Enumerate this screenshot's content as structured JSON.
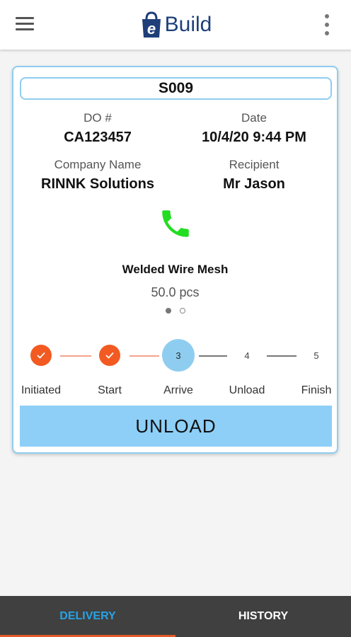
{
  "app": {
    "logo_letter": "e",
    "logo_text": "Build"
  },
  "delivery": {
    "id": "S009",
    "do_label": "DO #",
    "do_value": "CA123457",
    "date_label": "Date",
    "date_value": "10/4/20 9:44 PM",
    "company_label": "Company Name",
    "company_value": "RINNK Solutions",
    "recipient_label": "Recipient",
    "recipient_value": "Mr Jason",
    "product_name": "Welded Wire Mesh",
    "product_qty": "50.0 pcs",
    "page_index": 1,
    "page_count": 2
  },
  "steps": [
    {
      "label": "Initiated",
      "number": "1",
      "state": "done"
    },
    {
      "label": "Start",
      "number": "2",
      "state": "done"
    },
    {
      "label": "Arrive",
      "number": "3",
      "state": "current"
    },
    {
      "label": "Unload",
      "number": "4",
      "state": "pending"
    },
    {
      "label": "Finish",
      "number": "5",
      "state": "pending"
    }
  ],
  "action_button": "UNLOAD",
  "nav": {
    "delivery": "DELIVERY",
    "history": "HISTORY",
    "active": "delivery"
  },
  "colors": {
    "accent_blue": "#8dcff7",
    "tab_active": "#27a3e6",
    "step_done": "#f25a22",
    "phone_green": "#22dd22",
    "logo_blue": "#1e3f7a"
  }
}
